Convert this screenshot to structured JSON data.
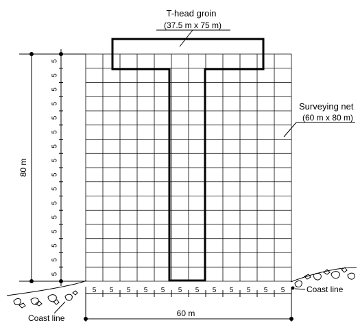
{
  "groin": {
    "title": "T-head groin",
    "size": "(37.5 m x 75 m)"
  },
  "net": {
    "title": "Surveying net",
    "size": "(60 m x 80 m)",
    "columns": 12,
    "rows": 16
  },
  "dims": {
    "height": "80 m",
    "width": "60 m",
    "spacing": "5"
  },
  "coast": {
    "left": "Coast line",
    "right": "Coast line"
  }
}
